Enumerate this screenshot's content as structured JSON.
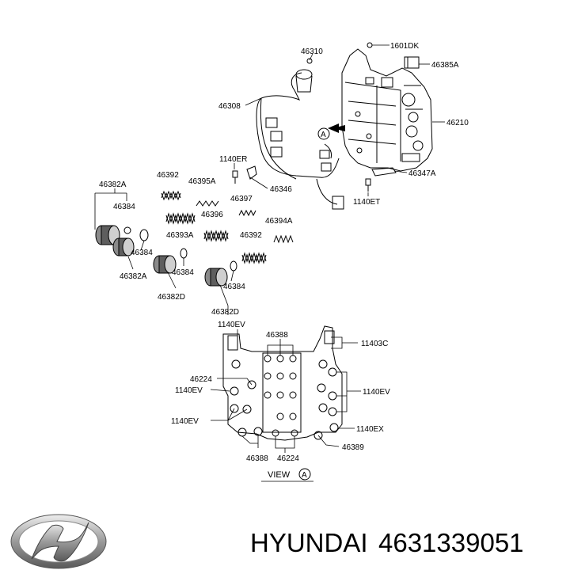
{
  "brand": {
    "name": "HYUNDAI",
    "part_number": "4631339051"
  },
  "view_label": "VIEW",
  "view_marker": "A",
  "callouts": {
    "c1601DK": "1601DK",
    "c46310": "46310",
    "c46385A": "46385A",
    "c46308": "46308",
    "c46210": "46210",
    "cA": "A",
    "c1140ER": "1140ER",
    "c46347A": "46347A",
    "c46392a": "46392",
    "c46395A": "46395A",
    "c46346": "46346",
    "c46382A_top": "46382A",
    "c46397": "46397",
    "c1140ET": "1140ET",
    "c46384a": "46384",
    "c46396": "46396",
    "c46394A": "46394A",
    "c46393A": "46393A",
    "c46392b": "46392",
    "c46384b": "46384",
    "c46382A_b": "46382A",
    "c46384c": "46384",
    "c46382D_a": "46382D",
    "c46384d": "46384",
    "c46382D_b": "46382D",
    "c1140EV_top": "1140EV",
    "c46388_top": "46388",
    "c11403C": "11403C",
    "c46224_left": "46224",
    "c1140EV_left1": "1140EV",
    "c1140EV_right": "1140EV",
    "c1140EV_left2": "1140EV",
    "c1140EX": "1140EX",
    "c46388_bot": "46388",
    "c46224_bot": "46224",
    "c46389": "46389"
  }
}
